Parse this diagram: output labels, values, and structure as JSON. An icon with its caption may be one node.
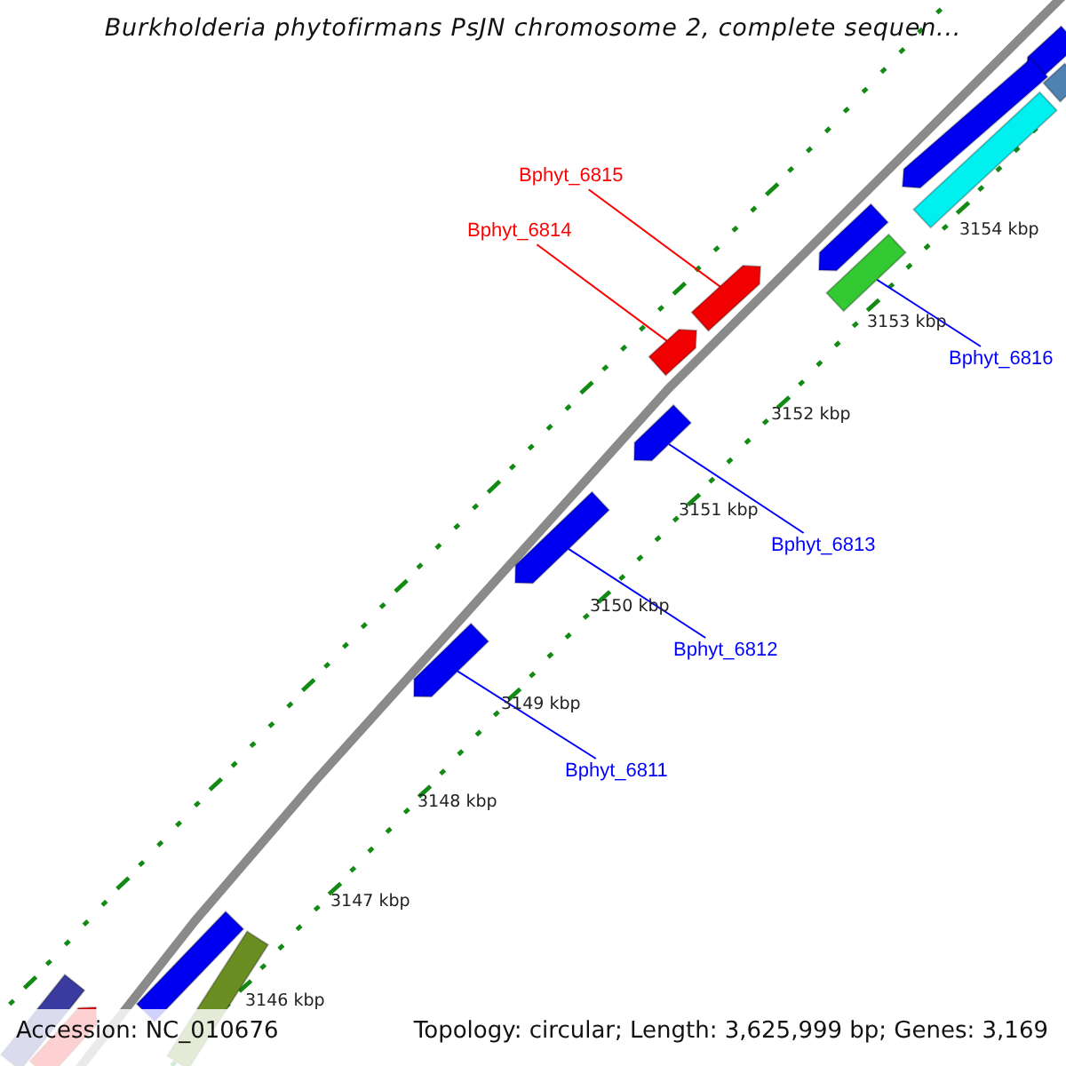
{
  "diagram": {
    "title": "Burkholderia phytofirmans PsJN chromosome 2, complete sequen...",
    "nodes": [
      {
        "text": [
          "Bphyt_6815"
        ]
      },
      {
        "text": [
          "Bphyt_6814"
        ]
      },
      {
        "text": [
          "Bphyt_6816"
        ]
      },
      {
        "text": [
          "Bphyt_6813"
        ]
      },
      {
        "text": [
          "Bphyt_6812"
        ]
      },
      {
        "text": [
          "Bphyt_6811"
        ]
      },
      {
        "text": [],
        "shape": "bar"
      },
      {
        "text": [],
        "shape": "bar"
      },
      {
        "text": [],
        "shape": "bar"
      },
      {
        "text": [],
        "shape": "bar"
      },
      {
        "text": [],
        "shape": "bar"
      },
      {
        "text": [],
        "shape": "bar"
      },
      {
        "text": [],
        "shape": "bar"
      },
      {
        "text": [],
        "shape": "bar"
      },
      {
        "text": [],
        "shape": "bar"
      },
      {
        "text": [],
        "shape": "bar"
      },
      {
        "text": [],
        "shape": "bar"
      },
      {
        "text": [],
        "shape": "bar"
      },
      {
        "text": [],
        "shape": "bar"
      },
      {
        "text": [],
        "shape": "bar"
      },
      {
        "text": [],
        "shape": "bar"
      }
    ],
    "edges": [
      {
        "from": 0,
        "to": 12,
        "arrow": "none",
        "color": "#ff0000"
      },
      {
        "from": 1,
        "to": 13,
        "arrow": "none",
        "color": "#ff0000"
      },
      {
        "from": 2,
        "to": 11,
        "arrow": "none"
      },
      {
        "from": 3,
        "to": 14,
        "arrow": "none"
      },
      {
        "from": 4,
        "to": 15,
        "arrow": "none"
      },
      {
        "from": 5,
        "to": 16,
        "arrow": "none"
      }
    ],
    "labels": [
      "3154 kbp",
      "3153 kbp",
      "3152 kbp",
      "3151 kbp",
      "3150 kbp",
      "3149 kbp",
      "3148 kbp",
      "3147 kbp",
      "3146 kbp",
      "Accession: NC_010676",
      "Topology: circular; Length: 3,625,999 bp; Genes: 3,169"
    ]
  }
}
